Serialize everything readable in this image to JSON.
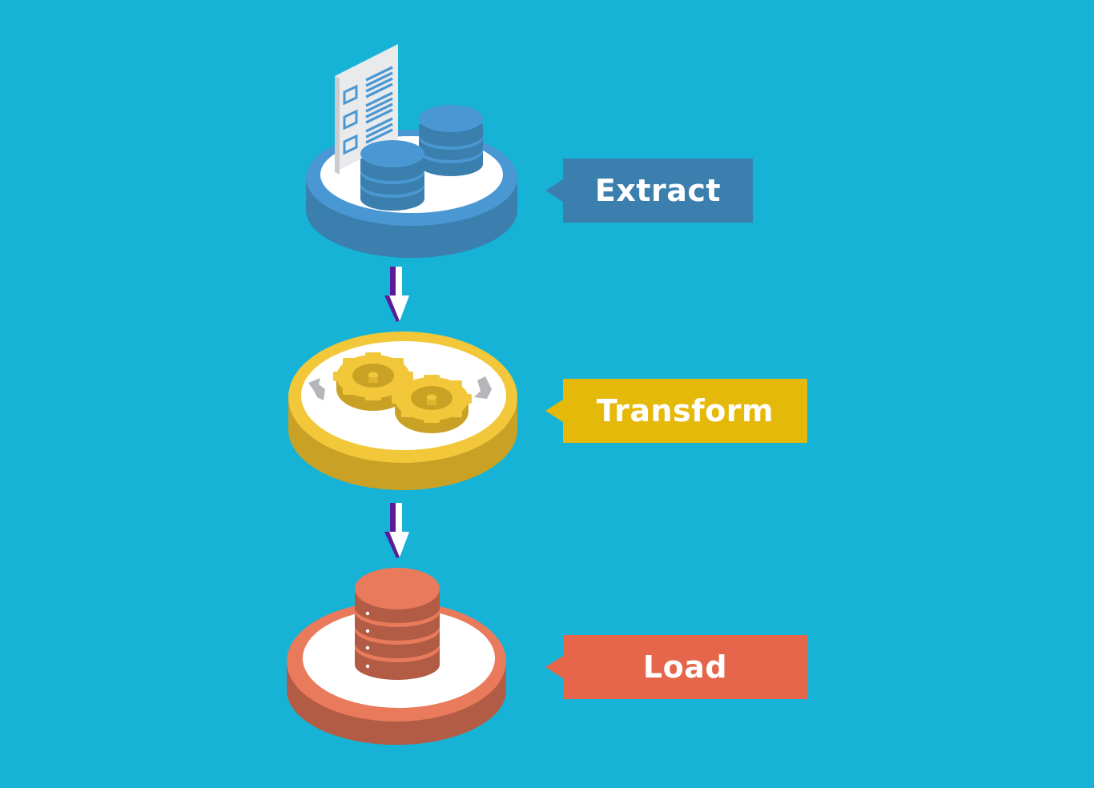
{
  "diagram": {
    "type": "ETL pipeline",
    "background_color": "#17b3d6",
    "stages": [
      {
        "id": "extract",
        "label": "Extract",
        "icon": "document-and-databases-icon",
        "color": "#3a7fae",
        "platform_color": "#4a98d3"
      },
      {
        "id": "transform",
        "label": "Transform",
        "icon": "gears-icon",
        "color": "#e5b90a",
        "platform_color": "#f2c83a"
      },
      {
        "id": "load",
        "label": "Load",
        "icon": "database-server-icon",
        "color": "#e5664a",
        "platform_color": "#e97a5c"
      }
    ],
    "arrows": [
      {
        "from": "extract",
        "to": "transform",
        "icon": "arrow-down-icon"
      },
      {
        "from": "transform",
        "to": "load",
        "icon": "arrow-down-icon"
      }
    ]
  }
}
